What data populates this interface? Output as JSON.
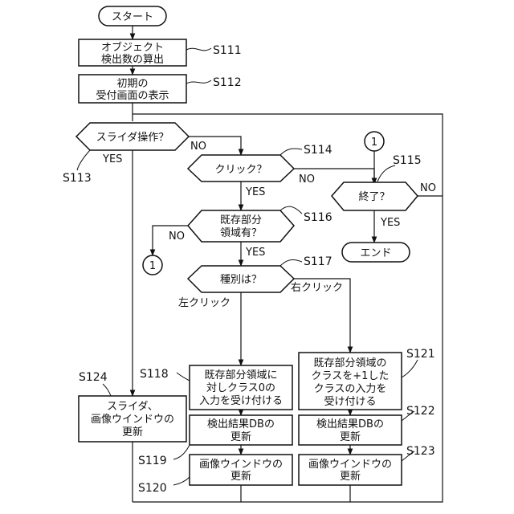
{
  "start": "スタート",
  "end": "エンド",
  "steps": {
    "s111": {
      "id": "S111",
      "lines": [
        "オブジェクト",
        "検出数の算出"
      ]
    },
    "s112": {
      "id": "S112",
      "lines": [
        "初期の",
        "受付画面の表示"
      ]
    },
    "s113": {
      "id": "S113",
      "lines": [
        "スライダ操作？"
      ]
    },
    "s114": {
      "id": "S114",
      "lines": [
        "クリック？"
      ]
    },
    "s115": {
      "id": "S115",
      "lines": [
        "終了？"
      ]
    },
    "s116": {
      "id": "S116",
      "lines": [
        "既存部分",
        "領域有？"
      ]
    },
    "s117": {
      "id": "S117",
      "lines": [
        "種別は？"
      ]
    },
    "s118": {
      "id": "S118",
      "lines": [
        "既存部分領域に",
        "対しクラス0の",
        "入力を受け付ける"
      ]
    },
    "s119": {
      "id": "S119",
      "lines": [
        "検出結果DBの",
        "更新"
      ]
    },
    "s120": {
      "id": "S120",
      "lines": [
        "画像ウインドウの",
        "更新"
      ]
    },
    "s121": {
      "id": "S121",
      "lines": [
        "既存部分領域の",
        "クラスを+1した",
        "クラスの入力を",
        "受け付ける"
      ]
    },
    "s122": {
      "id": "S122",
      "lines": [
        "検出結果DBの",
        "更新"
      ]
    },
    "s123": {
      "id": "S123",
      "lines": [
        "画像ウインドウの",
        "更新"
      ]
    },
    "s124": {
      "id": "S124",
      "lines": [
        "スライダ、",
        "画像ウインドウの",
        "更新"
      ]
    }
  },
  "edge_labels": {
    "yes": "YES",
    "no": "NO",
    "left_click": "左クリック",
    "right_click": "右クリック"
  },
  "connector": "1"
}
